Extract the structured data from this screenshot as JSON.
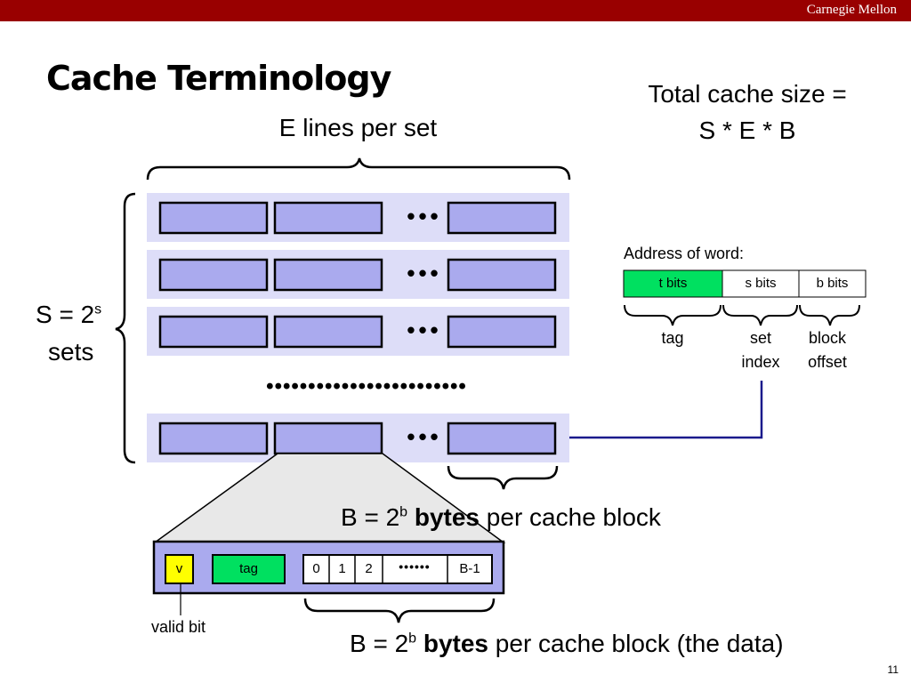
{
  "header": {
    "brand": "Carnegie Mellon",
    "brand_color": "#990000"
  },
  "slide": {
    "title": "Cache Terminology",
    "page_number": "11"
  },
  "labels": {
    "e_lines": "E lines per set",
    "total_size_line1": "Total cache size =",
    "total_size_line2": "S * E * B",
    "s_sets_base": "S = 2",
    "s_sets_exp": "s",
    "s_sets_word": "sets",
    "b_bytes_base": "B = 2",
    "b_bytes_exp": "b",
    "b_bytes_bold": "bytes",
    "b_bytes_rest": "per cache block",
    "b_data_base": "B = 2",
    "b_data_exp": "b",
    "b_data_bold": "bytes",
    "b_data_rest": "per cache block (the data)",
    "valid_bit": "valid bit"
  },
  "address": {
    "heading": "Address of word:",
    "fields": [
      {
        "label": "t bits",
        "color": "#00e060"
      },
      {
        "label": "s bits",
        "color": "#ffffff"
      },
      {
        "label": "b bits",
        "color": "#ffffff"
      }
    ],
    "captions": [
      {
        "line1": "tag",
        "line2": ""
      },
      {
        "line1": "set",
        "line2": "index"
      },
      {
        "line1": "block",
        "line2": "offset"
      }
    ]
  },
  "cache_line": {
    "valid": "v",
    "tag": "tag",
    "bytes": [
      "0",
      "1",
      "2",
      "B-1"
    ],
    "valid_color": "#ffff00",
    "tag_color": "#00e060",
    "line_color": "#aaaaee"
  },
  "colors": {
    "set_background": "#ddddf8",
    "block_fill": "#aaaaee",
    "connector": "#1a1a8c"
  }
}
